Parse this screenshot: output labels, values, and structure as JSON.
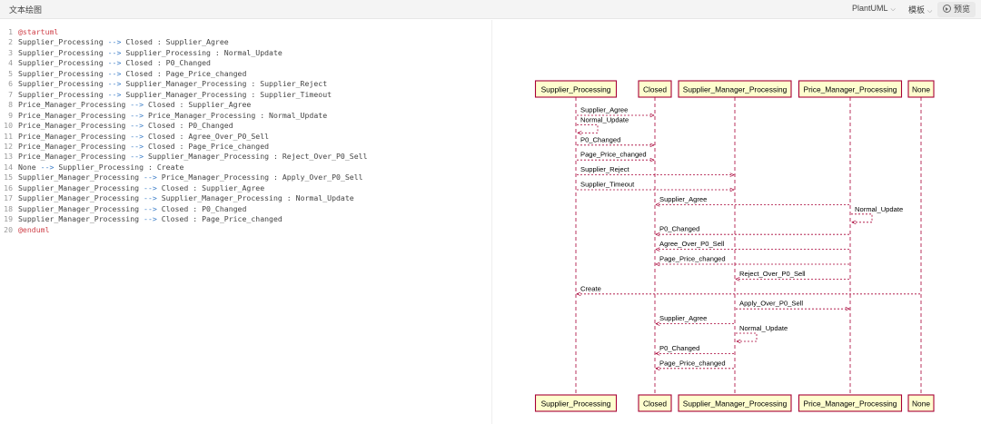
{
  "app": {
    "title": "文本绘图",
    "renderer_label": "PlantUML",
    "template_label": "模板",
    "preview_label": "预览"
  },
  "editor": {
    "lines": [
      "@startuml",
      "Supplier_Processing --> Closed : Supplier_Agree",
      "Supplier_Processing --> Supplier_Processing : Normal_Update",
      "Supplier_Processing --> Closed : P0_Changed",
      "Supplier_Processing --> Closed : Page_Price_changed",
      "Supplier_Processing --> Supplier_Manager_Processing : Supplier_Reject",
      "Supplier_Processing --> Supplier_Manager_Processing : Supplier_Timeout",
      "Price_Manager_Processing --> Closed : Supplier_Agree",
      "Price_Manager_Processing --> Price_Manager_Processing : Normal_Update",
      "Price_Manager_Processing --> Closed : P0_Changed",
      "Price_Manager_Processing --> Closed : Agree_Over_P0_Sell",
      "Price_Manager_Processing --> Closed : Page_Price_changed",
      "Price_Manager_Processing --> Supplier_Manager_Processing : Reject_Over_P0_Sell",
      "None --> Supplier_Processing : Create",
      "Supplier_Manager_Processing --> Price_Manager_Processing : Apply_Over_P0_Sell",
      "Supplier_Manager_Processing --> Closed : Supplier_Agree",
      "Supplier_Manager_Processing --> Supplier_Manager_Processing : Normal_Update",
      "Supplier_Manager_Processing --> Closed : P0_Changed",
      "Supplier_Manager_Processing --> Closed : Page_Price_changed",
      "@enduml"
    ]
  },
  "diagram": {
    "participants": [
      "Supplier_Processing",
      "Closed",
      "Supplier_Manager_Processing",
      "Price_Manager_Processing",
      "None"
    ],
    "messages": [
      {
        "from": 0,
        "to": 1,
        "label": "Supplier_Agree"
      },
      {
        "from": 0,
        "to": 0,
        "label": "Normal_Update"
      },
      {
        "from": 0,
        "to": 1,
        "label": "P0_Changed"
      },
      {
        "from": 0,
        "to": 1,
        "label": "Page_Price_changed"
      },
      {
        "from": 0,
        "to": 2,
        "label": "Supplier_Reject"
      },
      {
        "from": 0,
        "to": 2,
        "label": "Supplier_Timeout"
      },
      {
        "from": 3,
        "to": 1,
        "label": "Supplier_Agree"
      },
      {
        "from": 3,
        "to": 3,
        "label": "Normal_Update"
      },
      {
        "from": 3,
        "to": 1,
        "label": "P0_Changed"
      },
      {
        "from": 3,
        "to": 1,
        "label": "Agree_Over_P0_Sell"
      },
      {
        "from": 3,
        "to": 1,
        "label": "Page_Price_changed"
      },
      {
        "from": 3,
        "to": 2,
        "label": "Reject_Over_P0_Sell"
      },
      {
        "from": 4,
        "to": 0,
        "label": "Create"
      },
      {
        "from": 2,
        "to": 3,
        "label": "Apply_Over_P0_Sell"
      },
      {
        "from": 2,
        "to": 1,
        "label": "Supplier_Agree"
      },
      {
        "from": 2,
        "to": 2,
        "label": "Normal_Update"
      },
      {
        "from": 2,
        "to": 1,
        "label": "P0_Changed"
      },
      {
        "from": 2,
        "to": 1,
        "label": "Page_Price_changed"
      }
    ],
    "colors": {
      "participant_fill": "#fefece",
      "participant_border": "#a80036",
      "lifeline": "#a80036",
      "arrow": "#a80036"
    }
  }
}
